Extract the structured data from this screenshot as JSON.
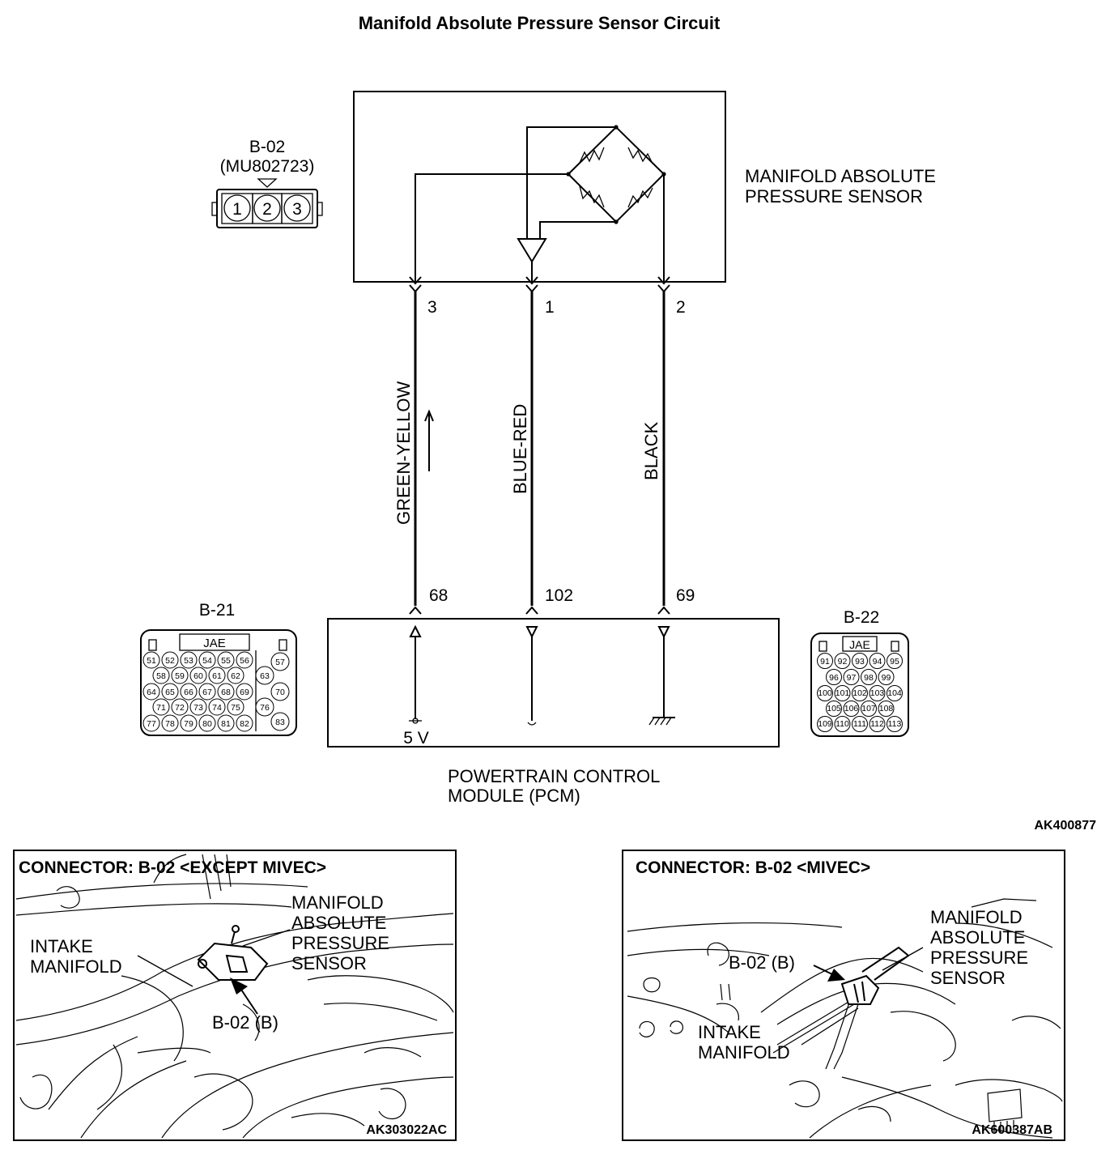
{
  "title": "Manifold Absolute Pressure Sensor Circuit",
  "sensor": {
    "line1": "MANIFOLD ABSOLUTE",
    "line2": "PRESSURE SENSOR"
  },
  "connector_b02": {
    "id": "B-02",
    "part": "(MU802723)",
    "pins": [
      "1",
      "2",
      "3"
    ]
  },
  "wires": [
    {
      "sensor_pin": "3",
      "pcm_pin": "68",
      "color": "GREEN-YELLOW"
    },
    {
      "sensor_pin": "1",
      "pcm_pin": "102",
      "color": "BLUE-RED"
    },
    {
      "sensor_pin": "2",
      "pcm_pin": "69",
      "color": "BLACK"
    }
  ],
  "pcm": {
    "line1": "POWERTRAIN CONTROL",
    "line2": "MODULE (PCM)",
    "supply": "5 V"
  },
  "connector_b21": {
    "id": "B-21",
    "maker": "JAE",
    "rows": [
      [
        "51",
        "52",
        "53",
        "54",
        "55",
        "56"
      ],
      [
        "58",
        "59",
        "60",
        "61",
        "62"
      ],
      [
        "64",
        "65",
        "66",
        "67",
        "68",
        "69"
      ],
      [
        "71",
        "72",
        "73",
        "74",
        "75"
      ],
      [
        "77",
        "78",
        "79",
        "80",
        "81",
        "82"
      ]
    ],
    "side": [
      "57",
      "63",
      "70",
      "76",
      "83"
    ]
  },
  "connector_b22": {
    "id": "B-22",
    "maker": "JAE",
    "rows": [
      [
        "91",
        "92",
        "93",
        "94",
        "95"
      ],
      [
        "96",
        "97",
        "98",
        "99"
      ],
      [
        "100",
        "101",
        "102",
        "103",
        "104"
      ],
      [
        "105",
        "106",
        "107",
        "108"
      ],
      [
        "109",
        "110",
        "111",
        "112",
        "113"
      ]
    ]
  },
  "diagram_code": "AK400877",
  "photo_left": {
    "heading": "CONNECTOR: B-02 <EXCEPT MIVEC>",
    "sensor_lines": [
      "MANIFOLD",
      "ABSOLUTE",
      "PRESSURE",
      "SENSOR"
    ],
    "intake_lines": [
      "INTAKE",
      "MANIFOLD"
    ],
    "connector_label": "B-02 (B)",
    "code": "AK303022AC"
  },
  "photo_right": {
    "heading": "CONNECTOR: B-02 <MIVEC>",
    "sensor_lines": [
      "MANIFOLD",
      "ABSOLUTE",
      "PRESSURE",
      "SENSOR"
    ],
    "intake_lines": [
      "INTAKE",
      "MANIFOLD"
    ],
    "connector_label": "B-02 (B)",
    "code": "AK600387AB"
  }
}
